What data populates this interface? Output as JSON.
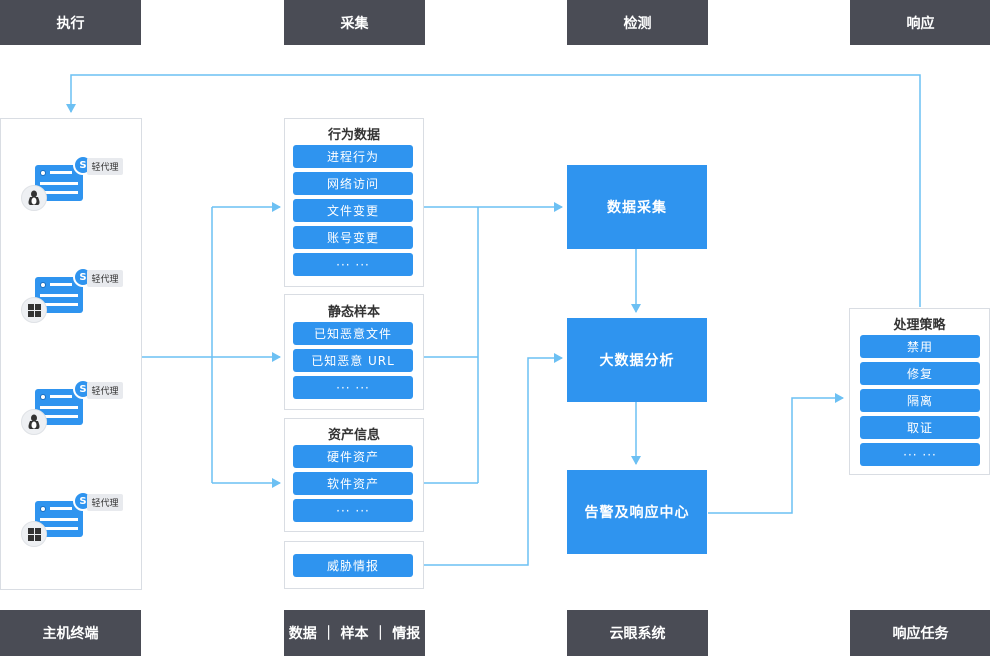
{
  "headers": {
    "exec": "执行",
    "collect": "采集",
    "detect": "检测",
    "respond": "响应"
  },
  "footers": {
    "hosts": "主机终端",
    "data": "数据 ｜ 样本 ｜ 情报",
    "yunyan": "云眼系统",
    "tasks": "响应任务"
  },
  "agents": [
    {
      "tag": "轻代理",
      "badge": "S",
      "os": "linux-icon"
    },
    {
      "tag": "轻代理",
      "badge": "S",
      "os": "windows-icon"
    },
    {
      "tag": "轻代理",
      "badge": "S",
      "os": "linux-icon"
    },
    {
      "tag": "轻代理",
      "badge": "S",
      "os": "windows-icon"
    }
  ],
  "behavior": {
    "title": "行为数据",
    "items": [
      "进程行为",
      "网络访问",
      "文件变更",
      "账号变更",
      "··· ···"
    ]
  },
  "static_sample": {
    "title": "静态样本",
    "items": [
      "已知恶意文件",
      "已知恶意 URL",
      "··· ···"
    ]
  },
  "asset": {
    "title": "资产信息",
    "items": [
      "硬件资产",
      "软件资产",
      "··· ···"
    ]
  },
  "threat_intel": {
    "label": "威胁情报"
  },
  "system": {
    "collect": "数据采集",
    "analysis": "大数据分析",
    "alert": "告警及响应中心"
  },
  "strategy": {
    "title": "处理策略",
    "items": [
      "禁用",
      "修复",
      "隔离",
      "取证",
      "··· ···"
    ]
  },
  "colors": {
    "header": "#4a4c55",
    "box": "#2f94ef",
    "line": "#6cc0f3"
  }
}
